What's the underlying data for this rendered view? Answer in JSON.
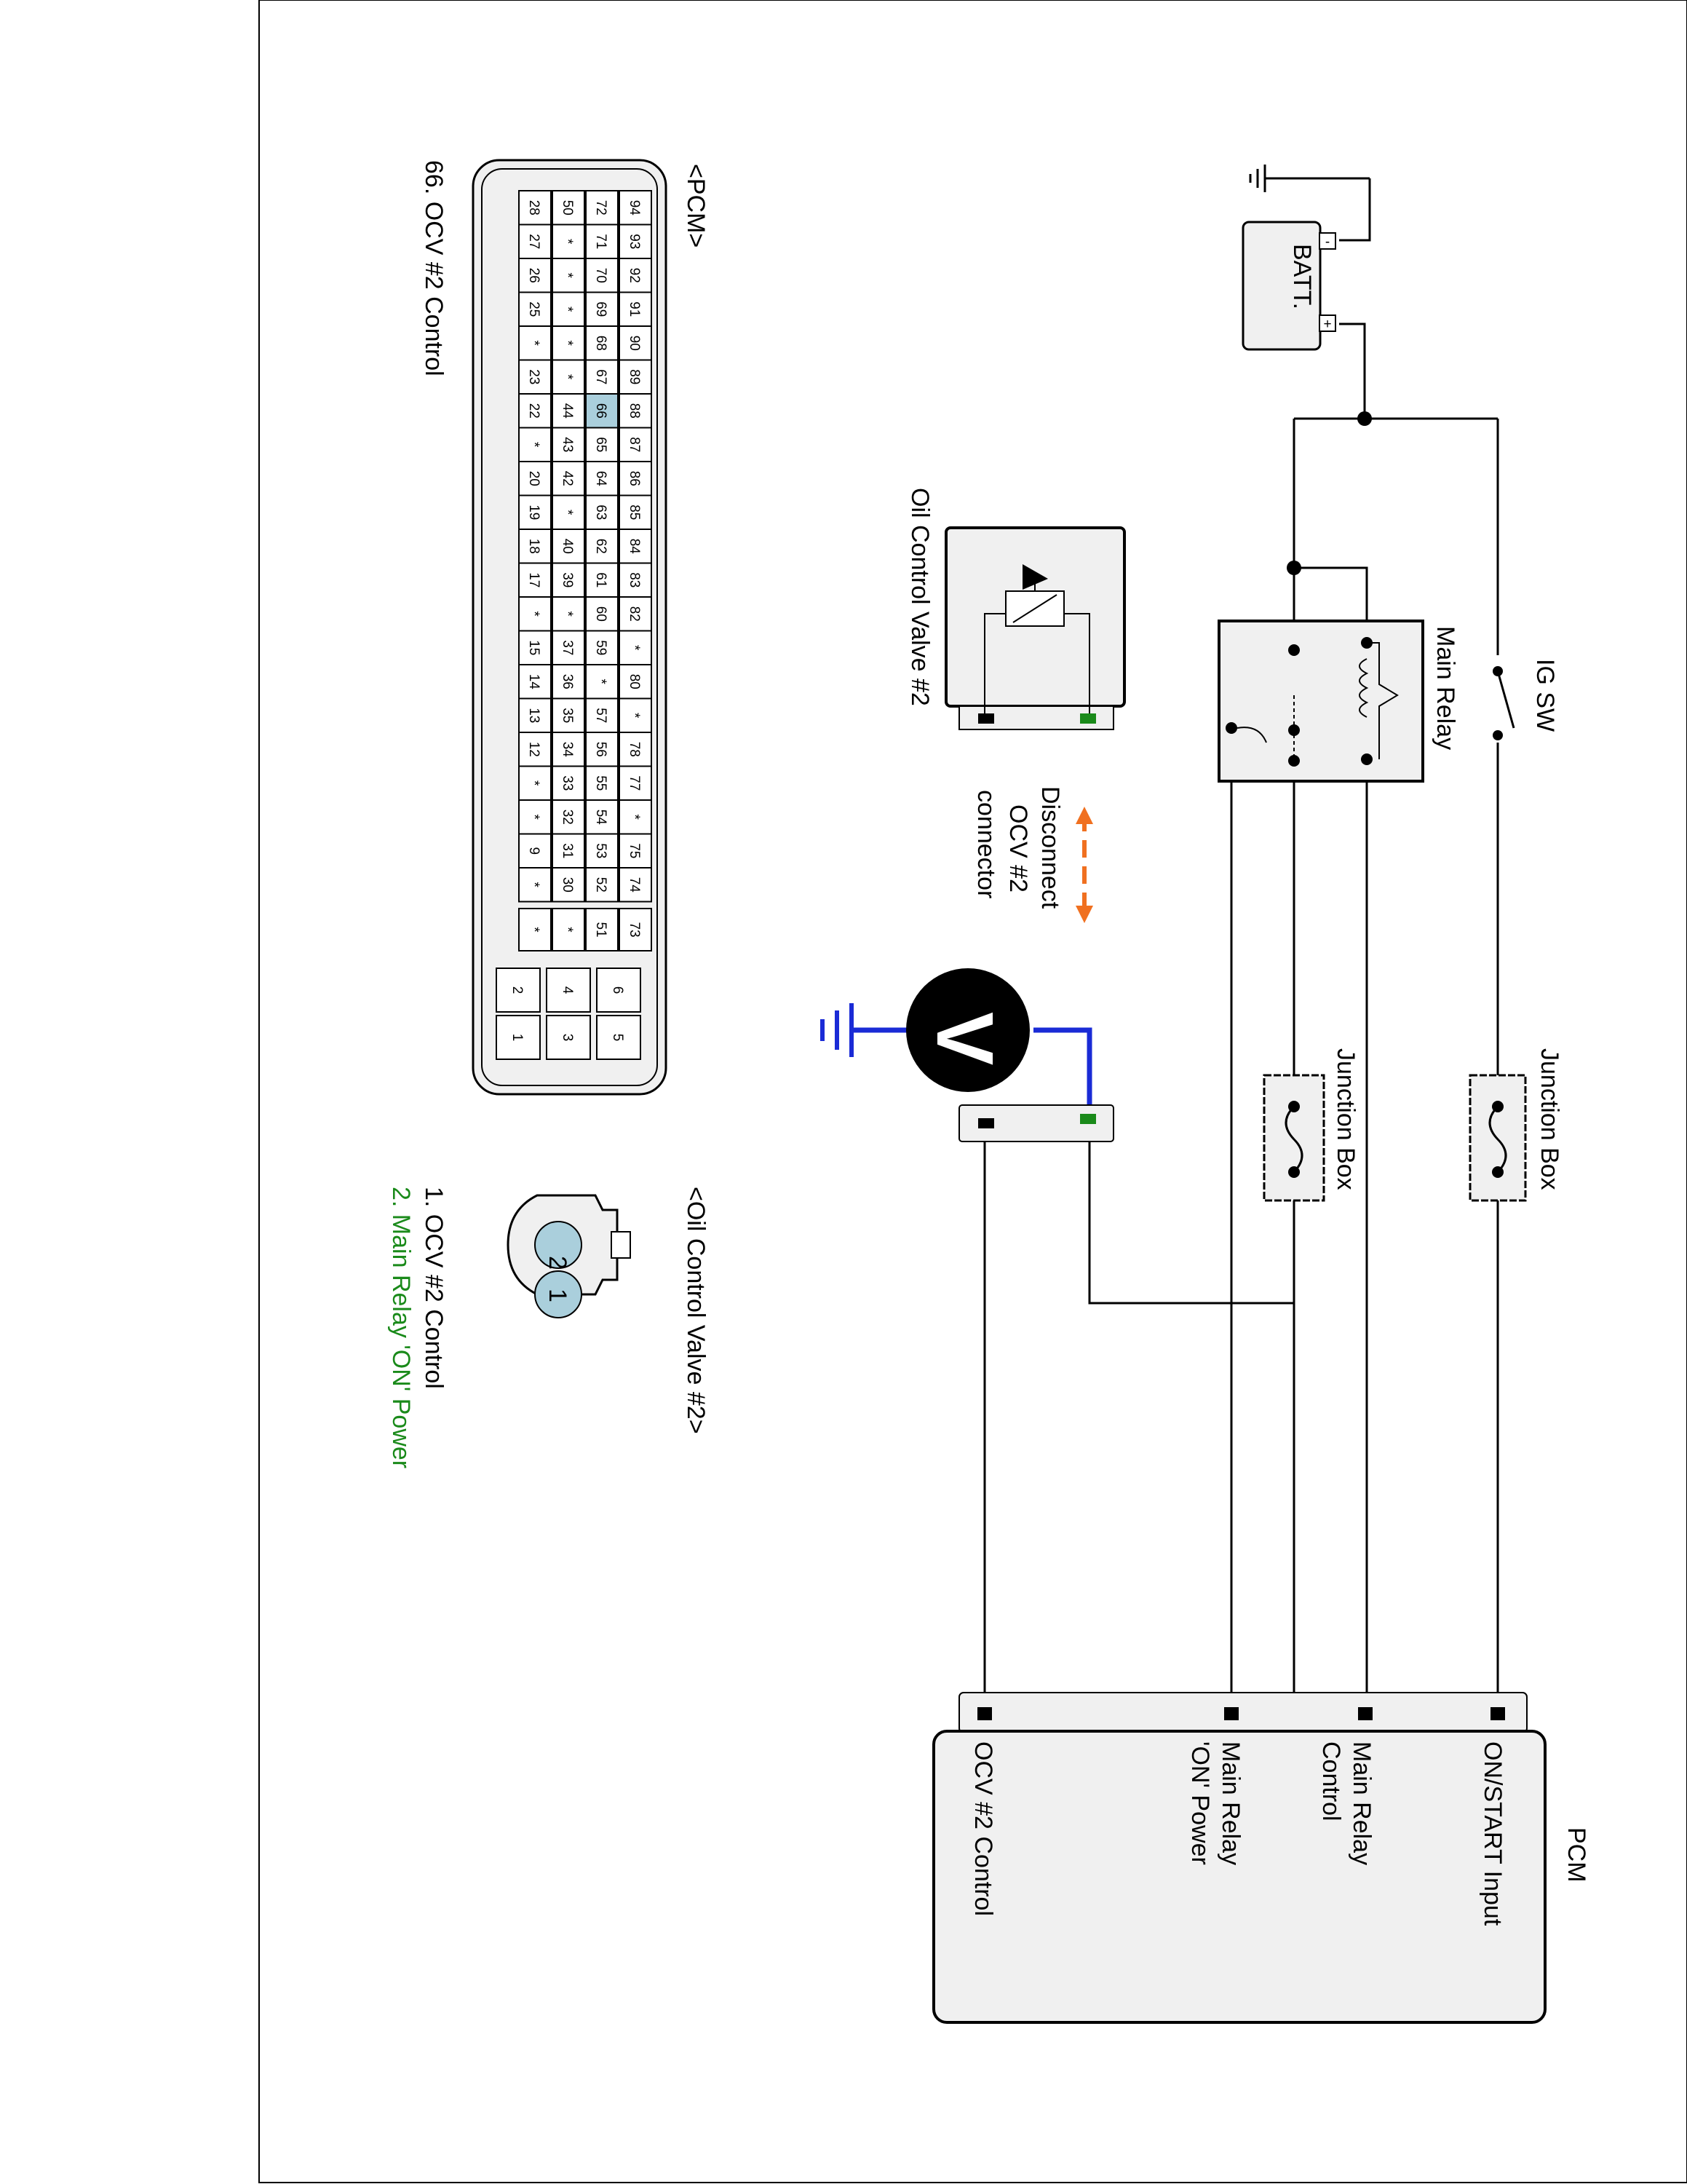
{
  "batt": {
    "label": "BATT.",
    "plus": "+",
    "minus": "-"
  },
  "ig_sw": {
    "label": "IG SW"
  },
  "main_relay": {
    "label": "Main Relay"
  },
  "junction_box_1": {
    "label": "Junction Box"
  },
  "junction_box_2": {
    "label": "Junction Box"
  },
  "ocv": {
    "label": "Oil Control Valve #2"
  },
  "disconnect": {
    "line1": "Disconnect",
    "line2": "OCV #2",
    "line3": "connector"
  },
  "voltmeter": {
    "label": "V"
  },
  "pcm_box": {
    "title": "PCM",
    "pins": [
      {
        "line1": "ON/START Input",
        "line2": ""
      },
      {
        "line1": "Main Relay",
        "line2": "Control"
      },
      {
        "line1": "Main Relay",
        "line2": "'ON' Power"
      },
      {
        "line1": "OCV #2 Control",
        "line2": ""
      }
    ]
  },
  "pcm_connector": {
    "title": "<PCM>",
    "caption": "66. OCV #2 Control",
    "highlight_pin": "66",
    "grid_rows": [
      [
        "94",
        "93",
        "92",
        "91",
        "90",
        "89",
        "88",
        "87",
        "86",
        "85",
        "84",
        "83",
        "82",
        "*",
        "80",
        "*",
        "78",
        "77",
        "*",
        "75",
        "74"
      ],
      [
        "72",
        "71",
        "70",
        "69",
        "68",
        "67",
        "66",
        "65",
        "64",
        "63",
        "62",
        "61",
        "60",
        "59",
        "*",
        "57",
        "56",
        "55",
        "54",
        "53",
        "52"
      ],
      [
        "50",
        "*",
        "*",
        "*",
        "*",
        "*",
        "44",
        "43",
        "42",
        "*",
        "40",
        "39",
        "*",
        "37",
        "36",
        "35",
        "34",
        "33",
        "32",
        "31",
        "30"
      ],
      [
        "28",
        "27",
        "26",
        "25",
        "*",
        "23",
        "22",
        "*",
        "20",
        "19",
        "18",
        "17",
        "*",
        "15",
        "14",
        "13",
        "12",
        "*",
        "*",
        "9",
        "*"
      ]
    ],
    "mid_column": [
      "73",
      "51",
      "*",
      "*"
    ],
    "right_block": [
      [
        "6",
        "5"
      ],
      [
        "4",
        "3"
      ],
      [
        "2",
        "1"
      ]
    ]
  },
  "ocv_connector": {
    "title": "<Oil Control Valve #2>",
    "pins": [
      "2",
      "1"
    ],
    "legend": [
      {
        "text": "1. OCV #2 Control",
        "color": "#000000"
      },
      {
        "text": "2. Main Relay 'ON' Power",
        "color": "#1a8a1a"
      }
    ]
  },
  "colors": {
    "wire": "#000000",
    "meter_lead": "#1a2bd6",
    "arrow": "#f07020",
    "terminal_green": "#1a8a1a",
    "pin_highlight": "#aacfdc",
    "box_fill": "#f0f0f0"
  }
}
